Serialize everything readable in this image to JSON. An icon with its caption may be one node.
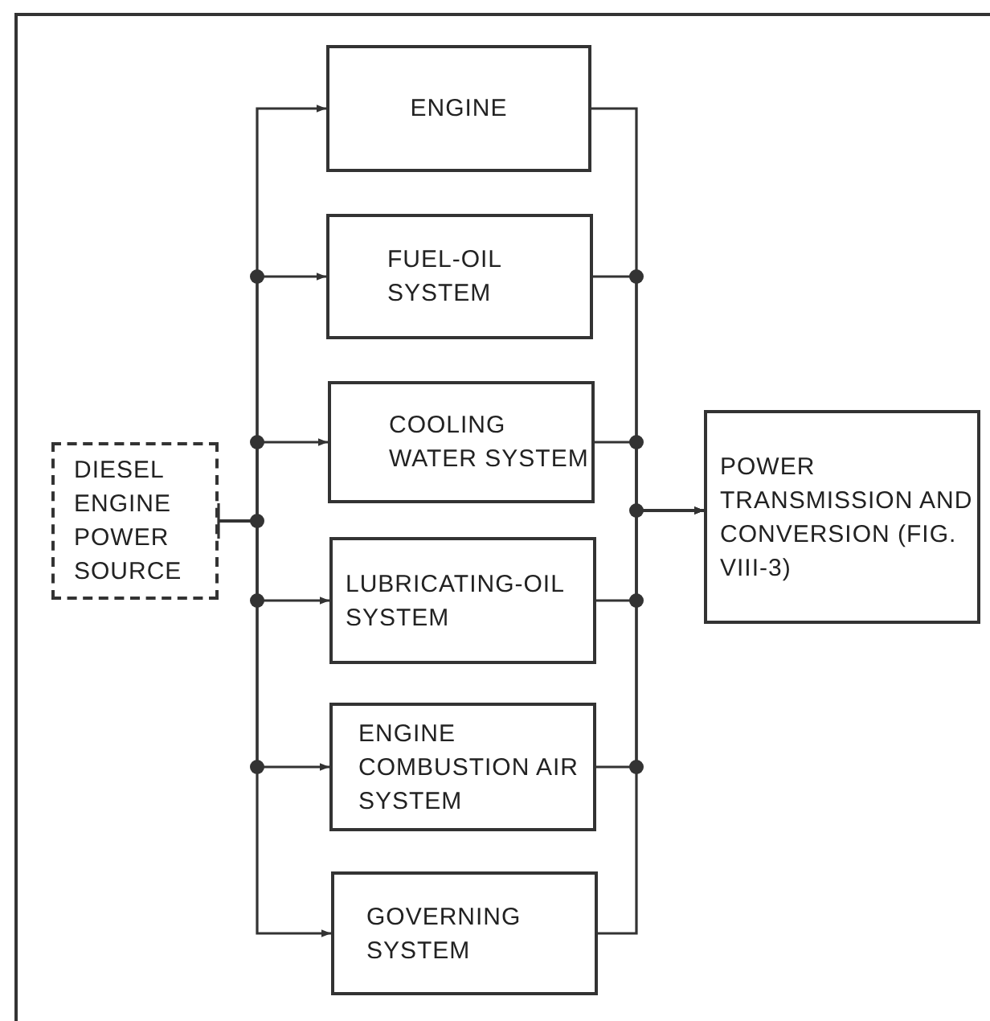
{
  "diagram": {
    "nodes": [
      {
        "text": [
          "DIESEL ENGINE POWER SOURCE"
        ]
      },
      {
        "text": [
          "ENGINE"
        ]
      },
      {
        "text": [
          "FUEL-OIL SYSTEM"
        ]
      },
      {
        "text": [
          "COOLING WATER SYSTEM"
        ]
      },
      {
        "text": [
          "LUBRICATING-OIL SYSTEM"
        ]
      },
      {
        "text": [
          "ENGINE COMBUSTION AIR SYSTEM"
        ]
      },
      {
        "text": [
          "GOVERNING SYSTEM"
        ]
      },
      {
        "text": [
          "POWER TRANSMISSION AND CONVERSION (FIG. VIII-3)"
        ]
      }
    ],
    "edges": [
      {
        "from": 0,
        "to": 1,
        "arrow": "to"
      },
      {
        "from": 0,
        "to": 2,
        "arrow": "to"
      },
      {
        "from": 0,
        "to": 3,
        "arrow": "to"
      },
      {
        "from": 0,
        "to": 4,
        "arrow": "to"
      },
      {
        "from": 0,
        "to": 5,
        "arrow": "to"
      },
      {
        "from": 0,
        "to": 6,
        "arrow": "to"
      },
      {
        "from": 1,
        "to": 7,
        "arrow": "to"
      },
      {
        "from": 2,
        "to": 7,
        "arrow": "to"
      },
      {
        "from": 3,
        "to": 7,
        "arrow": "to"
      },
      {
        "from": 4,
        "to": 7,
        "arrow": "to"
      },
      {
        "from": 5,
        "to": 7,
        "arrow": "to"
      },
      {
        "from": 6,
        "to": 7,
        "arrow": "to"
      }
    ]
  }
}
